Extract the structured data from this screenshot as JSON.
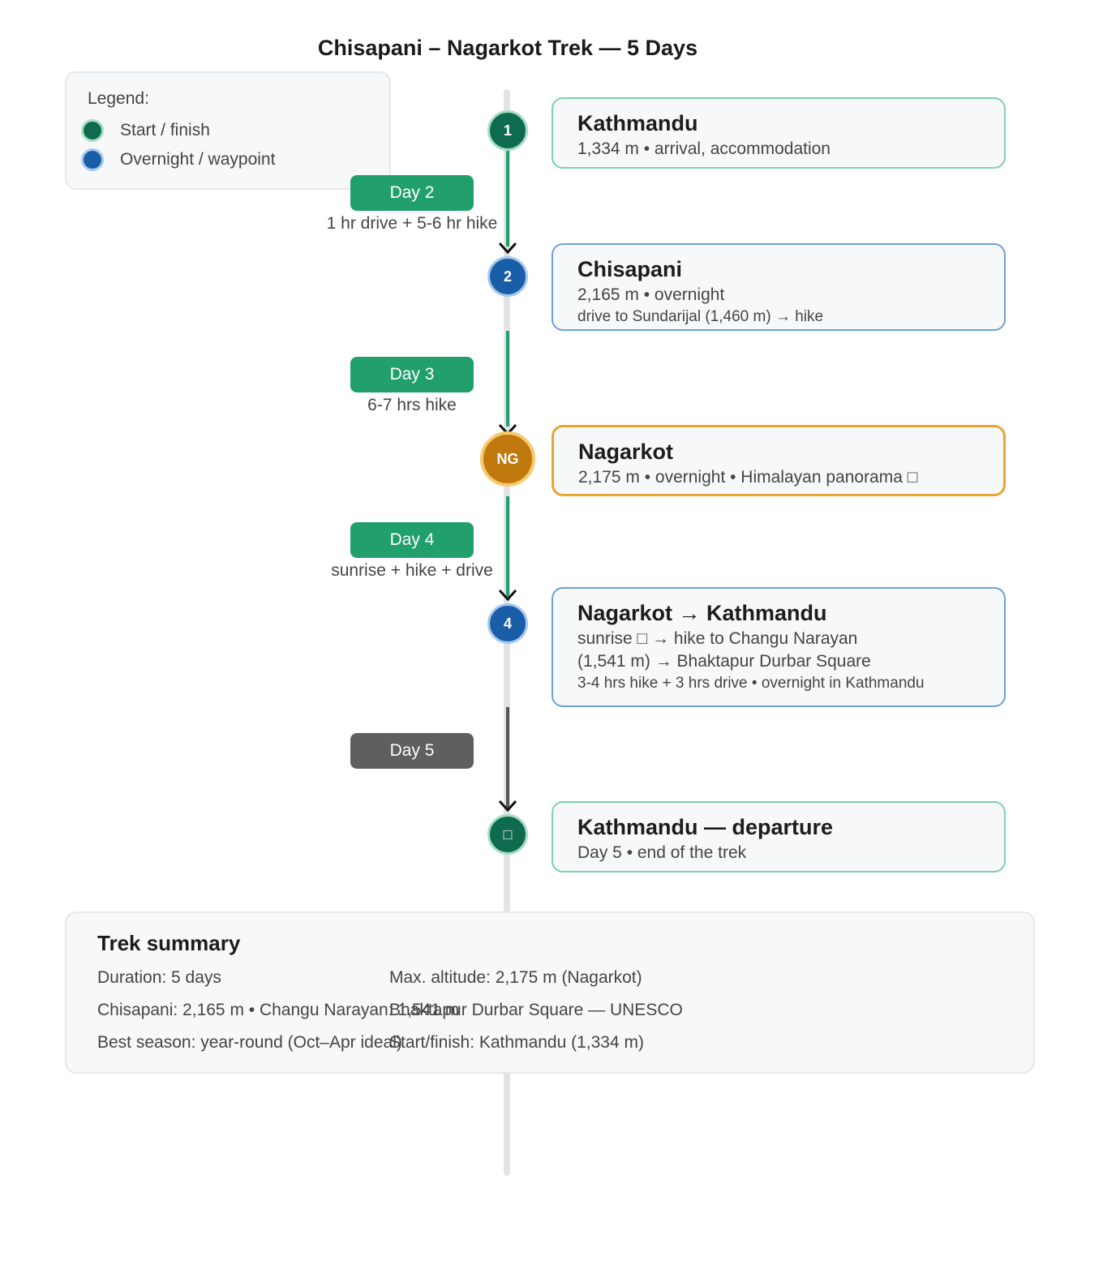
{
  "title": "Chisapani – Nagarkot Trek — 5 Days",
  "colors": {
    "start": "#0f6b4f",
    "waypoint": "#1b5ea8",
    "highlight": "#c0790f",
    "pill_green": "#22a06b",
    "pill_gray": "#5f5f5f",
    "track_green": "#22a06b",
    "track_gray": "#555555"
  },
  "legend": {
    "title": "Legend:",
    "items": [
      {
        "label": "Start / finish",
        "color": "#0f6b4f"
      },
      {
        "label": "Overnight / waypoint",
        "color": "#1b5ea8"
      }
    ]
  },
  "nodes": [
    {
      "label": "1",
      "kind": "start"
    },
    {
      "label": "2",
      "kind": "waypoint"
    },
    {
      "label": "NG",
      "kind": "highlight"
    },
    {
      "label": "4",
      "kind": "waypoint"
    },
    {
      "label": "□",
      "kind": "start",
      "icon": "flag-icon"
    }
  ],
  "days": [
    {
      "label": "Day 2",
      "sub": "1 hr drive + 5-6 hr hike"
    },
    {
      "label": "Day 3",
      "sub": "6-7 hrs hike"
    },
    {
      "label": "Day 4",
      "sub": "sunrise + hike + drive"
    },
    {
      "label": "Day 5",
      "sub": ""
    }
  ],
  "cards": [
    {
      "title": "Kathmandu",
      "lines": [
        "1,334 m • arrival, accommodation"
      ]
    },
    {
      "title": "Chisapani",
      "lines": [
        "2,165 m • overnight"
      ],
      "small": [
        "drive to Sundarijal (1,460 m) → hike"
      ]
    },
    {
      "title": "Nagarkot",
      "lines": [
        "2,175 m • overnight • Himalayan panorama □"
      ]
    },
    {
      "title": "Nagarkot → Kathmandu",
      "lines": [
        "sunrise □ → hike to Changu Narayan",
        "(1,541 m) → Bhaktapur Durbar Square"
      ],
      "small": [
        "3-4 hrs hike + 3 hrs drive • overnight in Kathmandu"
      ]
    },
    {
      "title": "Kathmandu — departure",
      "lines": [
        "Day 5 • end of the trek"
      ]
    }
  ],
  "summary": {
    "title": "Trek summary",
    "left": [
      "Duration: 5 days",
      "Chisapani: 2,165 m • Changu Narayan: 1,541 m",
      "Best season: year-round (Oct–Apr ideal)"
    ],
    "right": [
      "Max. altitude: 2,175 m (Nagarkot)",
      "Bhaktapur Durbar Square — UNESCO",
      "Start/finish: Kathmandu (1,334 m)"
    ]
  }
}
